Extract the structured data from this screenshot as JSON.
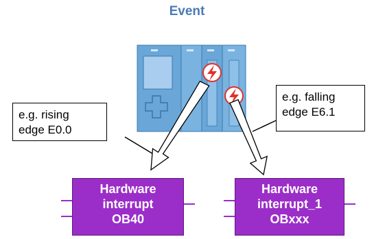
{
  "title": "Event",
  "callouts": {
    "left": {
      "line1": "e.g. rising",
      "line2": "edge E0.0"
    },
    "right": {
      "line1": "e.g. falling",
      "line2": "edge E6.1"
    }
  },
  "blocks": {
    "left": {
      "line1": "Hardware",
      "line2": "interrupt",
      "line3": "OB40"
    },
    "right": {
      "line1": "Hardware",
      "line2": "interrupt_1",
      "line3": "OBxxx"
    }
  },
  "colors": {
    "title": "#4a7ab5",
    "block_fill": "#9b2ec8",
    "plc_body": "#6aa7d8",
    "event_icon": "#e0312b"
  },
  "icons": {
    "event": "lightning-bolt-icon"
  }
}
